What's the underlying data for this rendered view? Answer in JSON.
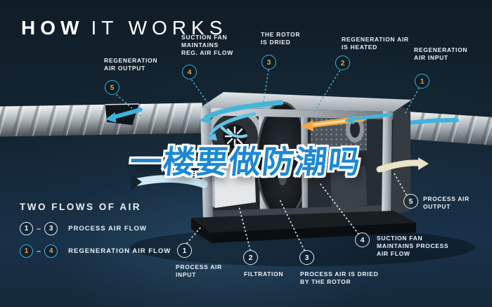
{
  "title": {
    "word_bold": "HOW",
    "word_light": "IT WORKS"
  },
  "overlay": {
    "text": "一楼要做防潮吗",
    "text_color": "#1E88D2",
    "outline_color": "#FFFFFF"
  },
  "legend": {
    "heading": "TWO FLOWS OF AIR",
    "separator": "–",
    "rows": [
      {
        "start": "1",
        "end": "3",
        "label": "PROCESS AIR FLOW",
        "style": "process"
      },
      {
        "start": "1",
        "end": "4",
        "label": "REGENERATION AIR FLOW",
        "style": "regeneration"
      }
    ]
  },
  "callouts": {
    "regeneration": [
      {
        "num": "1",
        "label": "REGENERATION\nAIR INPUT"
      },
      {
        "num": "2",
        "label": "REGENERATION AIR\nIS HEATED"
      },
      {
        "num": "3",
        "label": "THE ROTOR\nIS DRIED"
      },
      {
        "num": "4",
        "label": "SUCTION FAN\nMAINTAINS\nREG. AIR FLOW"
      },
      {
        "num": "5",
        "label": "REGENERATION\nAIR OUTPUT"
      }
    ],
    "process": [
      {
        "num": "1",
        "label": "PROCESS AIR\nINPUT"
      },
      {
        "num": "2",
        "label": "FILTRATION"
      },
      {
        "num": "3",
        "label": "PROCESS AIR IS DRIED\nBY THE ROTOR"
      },
      {
        "num": "4",
        "label": "SUCTION FAN\nMAINTAINS PROCESS\nAIR FLOW"
      },
      {
        "num": "5",
        "label": "PROCESS AIR\nOUTPUT"
      }
    ]
  },
  "colors": {
    "background": "#142532",
    "accent_cyan": "#3FAFD6",
    "accent_orange": "#EDA23C",
    "label_text": "#EEF3F6",
    "heated_air_arrow": "#F2A944",
    "process_output_arrow": "#EBE3C6",
    "process_input_arrow": "#CDEAF6"
  }
}
